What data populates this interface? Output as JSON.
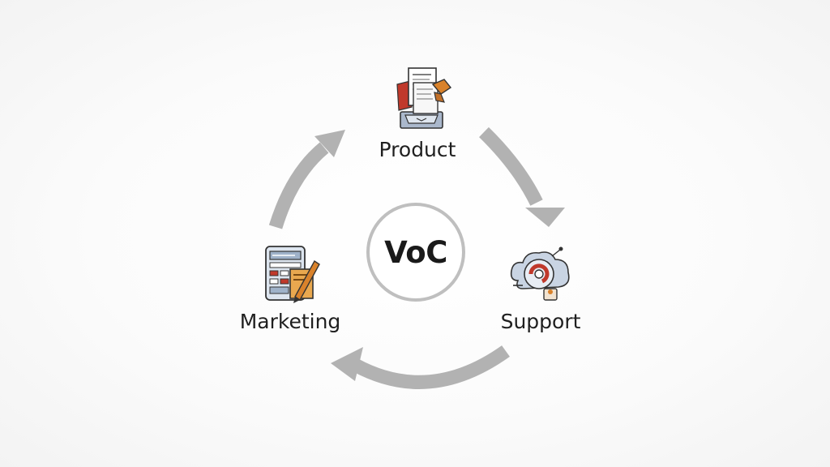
{
  "diagram": {
    "center": {
      "label": "VoC"
    },
    "nodes": [
      {
        "id": "product",
        "label": "Product",
        "icon": "product-documents-icon"
      },
      {
        "id": "support",
        "label": "Support",
        "icon": "support-gears-icon"
      },
      {
        "id": "marketing",
        "label": "Marketing",
        "icon": "marketing-dashboard-icon"
      }
    ],
    "flow": [
      "product",
      "support",
      "marketing",
      "product"
    ],
    "colors": {
      "arrow": "#b2b2b2",
      "hub_ring": "#bfbfbf",
      "text": "#1a1a1a",
      "accent_red": "#c0392b",
      "accent_orange": "#d9822b",
      "accent_blue": "#8fa3bf"
    }
  }
}
